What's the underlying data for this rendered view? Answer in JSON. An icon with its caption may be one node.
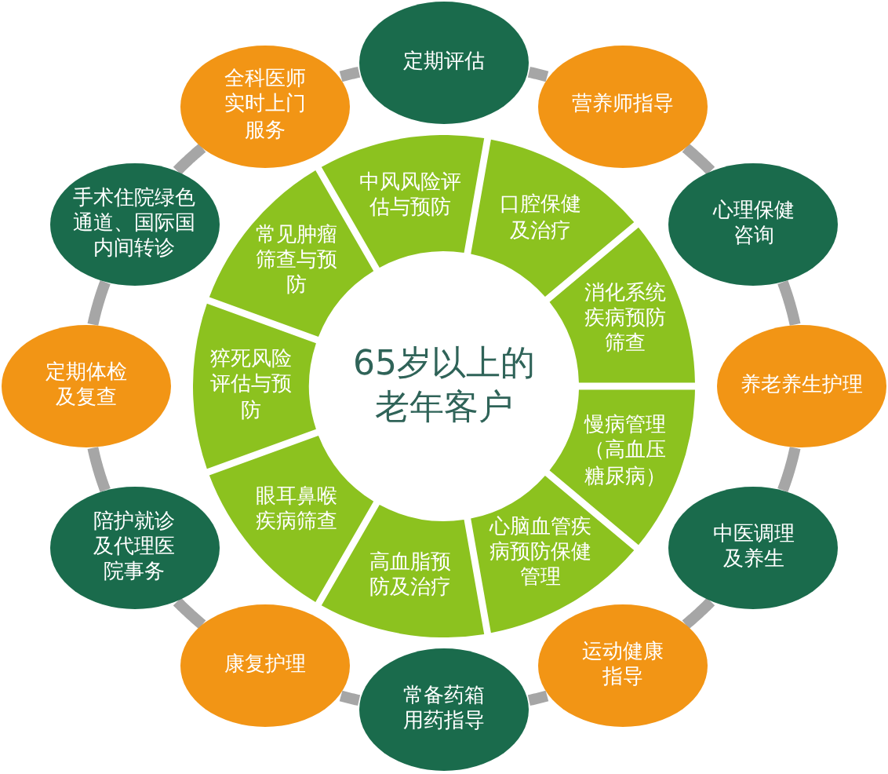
{
  "diagram": {
    "nodes": [
      {
        "text": [
          "65岁以上的老年客户"
        ]
      },
      {
        "text": [
          "中风风险评估与预防"
        ]
      },
      {
        "text": [
          "口腔保健及治疗"
        ]
      },
      {
        "text": [
          "消化系统疾病预防筛查"
        ]
      },
      {
        "text": [
          "慢病管理（高血压糖尿病）"
        ]
      },
      {
        "text": [
          "心脑血管疾病预防保健管理"
        ]
      },
      {
        "text": [
          "高血脂预防及治疗"
        ]
      },
      {
        "text": [
          "眼耳鼻喉疾病筛查"
        ]
      },
      {
        "text": [
          "猝死风险评估与预防"
        ]
      },
      {
        "text": [
          "常见肿瘤筛查与预防"
        ]
      },
      {
        "text": [
          "定期评估"
        ]
      },
      {
        "text": [
          "营养师指导"
        ]
      },
      {
        "text": [
          "心理保健咨询"
        ]
      },
      {
        "text": [
          "养老养生护理"
        ]
      },
      {
        "text": [
          "中医调理及养生"
        ]
      },
      {
        "text": [
          "运动健康指导"
        ]
      },
      {
        "text": [
          "常备药箱用药指导"
        ]
      },
      {
        "text": [
          "康复护理"
        ]
      },
      {
        "text": [
          "陪护就诊及代理医院事务"
        ]
      },
      {
        "text": [
          "定期体检及复查"
        ]
      },
      {
        "text": [
          "手术住院绿色通道、国际国内间转诊"
        ]
      },
      {
        "text": [
          "全科医师实时上门服务"
        ]
      }
    ],
    "edges": [
      {
        "from": 10,
        "to": 11,
        "arrow": "none"
      },
      {
        "from": 11,
        "to": 12,
        "arrow": "none"
      },
      {
        "from": 12,
        "to": 13,
        "arrow": "none"
      },
      {
        "from": 13,
        "to": 14,
        "arrow": "none"
      },
      {
        "from": 14,
        "to": 15,
        "arrow": "none"
      },
      {
        "from": 15,
        "to": 16,
        "arrow": "none"
      },
      {
        "from": 16,
        "to": 17,
        "arrow": "none"
      },
      {
        "from": 17,
        "to": 18,
        "arrow": "none"
      },
      {
        "from": 18,
        "to": 19,
        "arrow": "none"
      },
      {
        "from": 19,
        "to": 20,
        "arrow": "none"
      },
      {
        "from": 20,
        "to": 21,
        "arrow": "none"
      },
      {
        "from": 21,
        "to": 10,
        "arrow": "none"
      }
    ]
  }
}
